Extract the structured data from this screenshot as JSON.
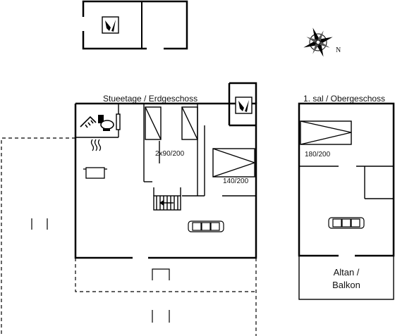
{
  "floors": {
    "ground": {
      "title": "Stueetage / Erdgeschoss"
    },
    "upper": {
      "title": "1. sal / Obergeschoss"
    }
  },
  "beds": {
    "double_bunk": "2x90/200",
    "double": "140/200",
    "upper": "180/200"
  },
  "balcony": {
    "line1": "Altan /",
    "line2": "Balkon"
  },
  "compass": {
    "label": "N"
  },
  "icons": [
    "washing-machine-icon",
    "shower-icon",
    "toilet-icon",
    "cooking-pot-icon",
    "sofa-icon",
    "stairs-icon"
  ]
}
